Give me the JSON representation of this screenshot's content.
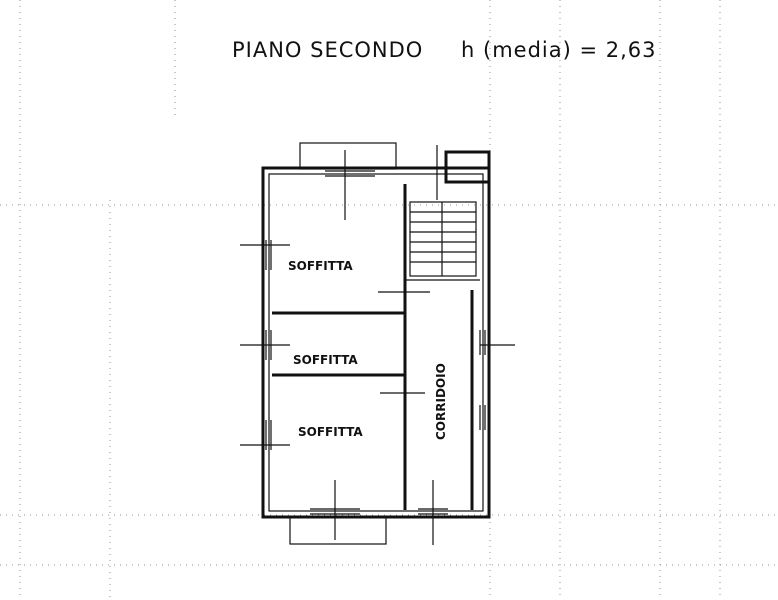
{
  "title": {
    "floor": "PIANO SECONDO",
    "height": "h (media) = 2,63"
  },
  "rooms": {
    "soffitta_top": "SOFFITTA",
    "soffitta_middle": "SOFFITTA",
    "soffitta_bottom": "SOFFITTA",
    "corridoio": "CORRIDOIO"
  },
  "colors": {
    "ink": "#111111",
    "paper": "#ffffff",
    "grid": "#777777"
  }
}
